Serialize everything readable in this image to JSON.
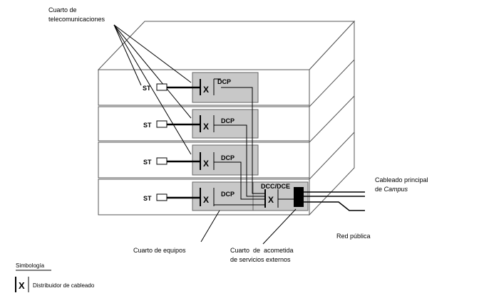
{
  "labels": {
    "telecom_room_line1": "Cuarto de",
    "telecom_room_line2": "telecomunicaciones",
    "equipment_room": "Cuarto de equipos",
    "entrance_room_line1": "Cuarto  de  acometida",
    "entrance_room_line2": "de servicios externos",
    "campus_cabling_line1": "Cableado principal",
    "campus_cabling_line2_prefix": "de ",
    "campus_cabling_line2_italic": "Campus",
    "public_network": "Red pública"
  },
  "floors": [
    {
      "st": "ST",
      "dcp": "DCP"
    },
    {
      "st": "ST",
      "dcp": "DCP"
    },
    {
      "st": "ST",
      "dcp": "DCP"
    },
    {
      "st": "ST",
      "dcp": "DCP"
    }
  ],
  "dcc_dce": "DCC/DCE",
  "legend": {
    "title": "Simbología",
    "symbol": "X",
    "description": "Distribuidor de cableado"
  }
}
